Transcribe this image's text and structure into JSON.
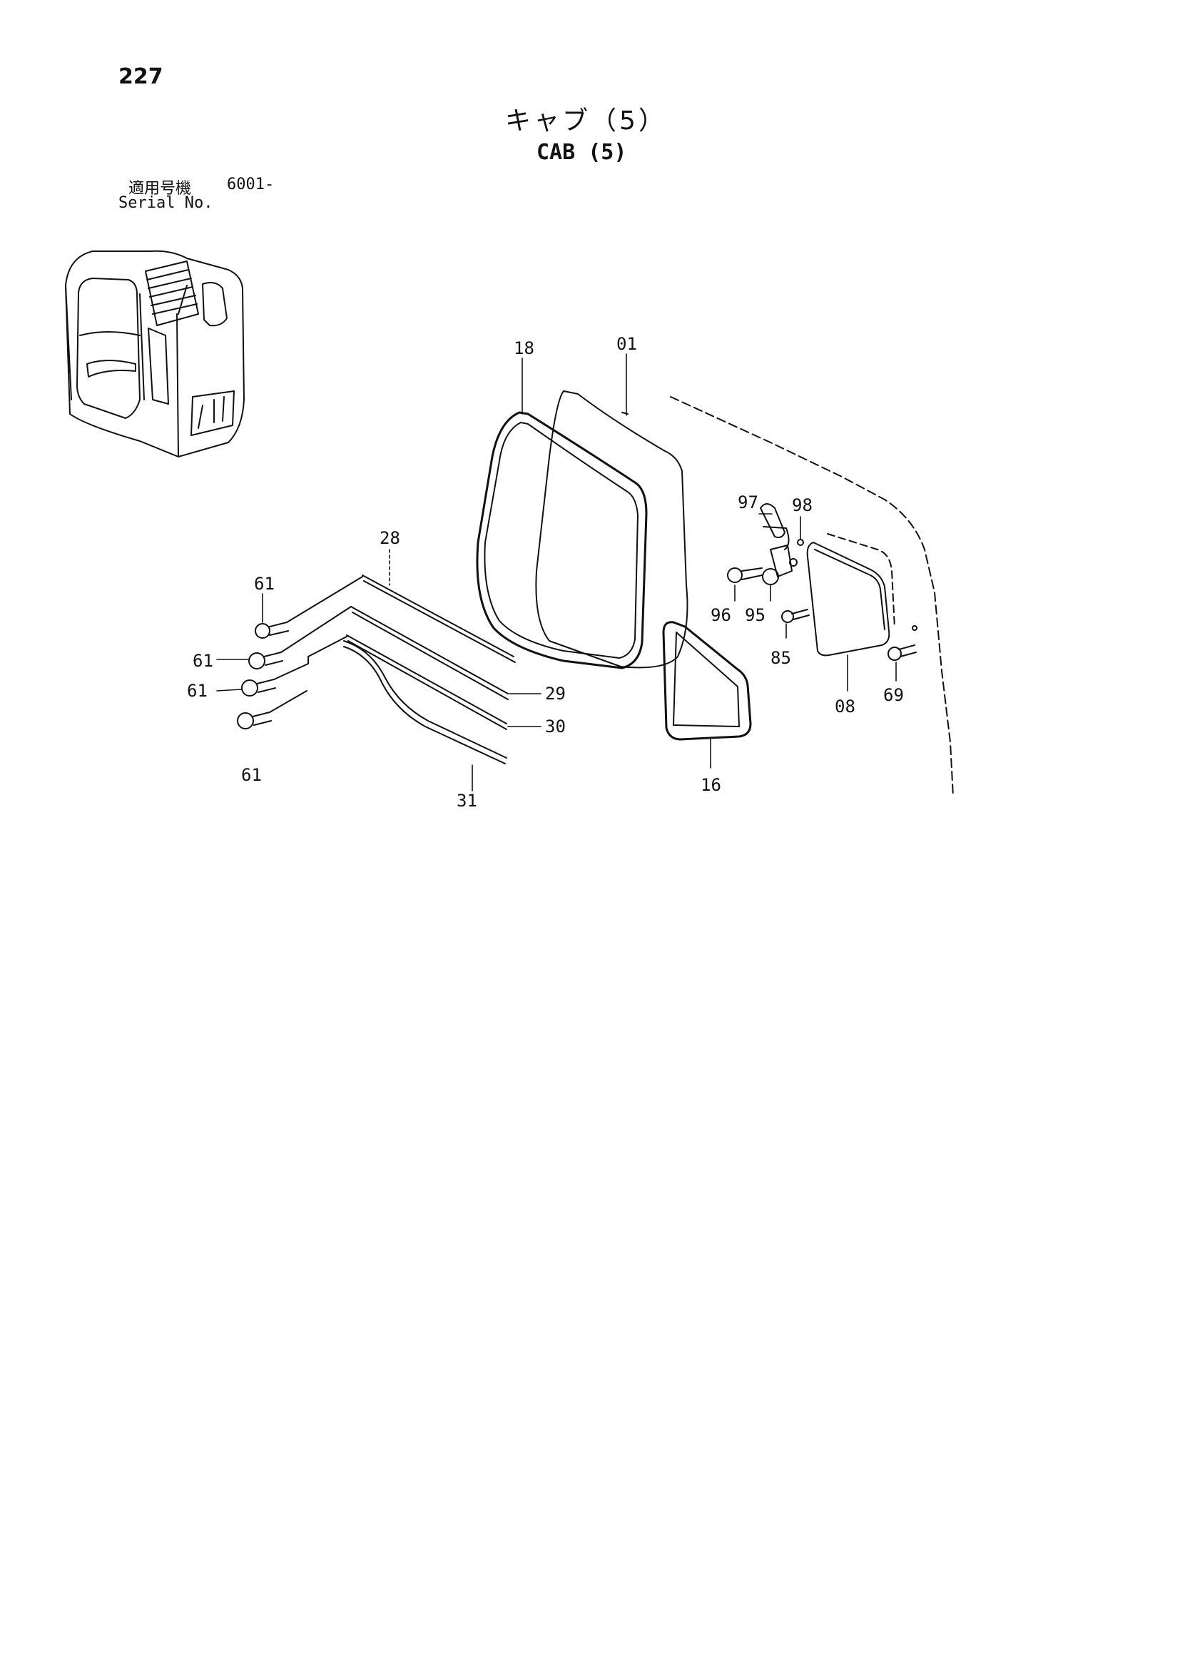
{
  "page": {
    "number": "227",
    "title_jp": "キャブ（5）",
    "title_en": "CAB (5)",
    "serial_label_jp": "適用号機",
    "serial_label_en": "Serial No.",
    "serial_value": "6001-"
  },
  "parts": {
    "p18": "18",
    "p01": "01",
    "p28": "28",
    "p61a": "61",
    "p61b": "61",
    "p61c": "61",
    "p61d": "61",
    "p29": "29",
    "p30": "30",
    "p31": "31",
    "p16": "16",
    "p97": "97",
    "p98": "98",
    "p96": "96",
    "p95": "95",
    "p85": "85",
    "p08": "08",
    "p69": "69"
  }
}
